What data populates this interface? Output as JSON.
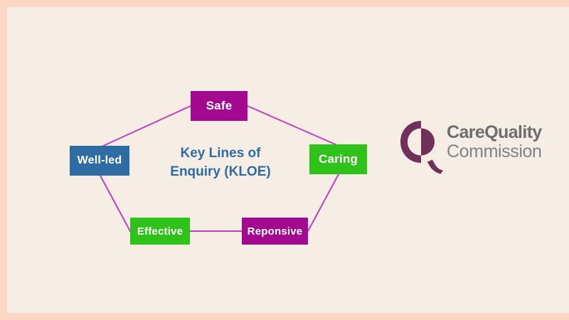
{
  "slide": {
    "background_color": "#f6ede4",
    "frame_color": "#fcd7c4"
  },
  "center_title": {
    "line1": "Key Lines of",
    "line2": "Enquiry (KLOE)",
    "color": "#2e6da4"
  },
  "nodes": [
    {
      "id": "safe",
      "label": "Safe",
      "color": "#a2098f",
      "text_color": "#ffffff"
    },
    {
      "id": "caring",
      "label": "Caring",
      "color": "#2fc21a",
      "text_color": "#ffffff"
    },
    {
      "id": "reponsive",
      "label": "Reponsive",
      "color": "#a2098f",
      "text_color": "#ffffff"
    },
    {
      "id": "effective",
      "label": "Effective",
      "color": "#2fc21a",
      "text_color": "#ffffff"
    },
    {
      "id": "wellled",
      "label": "Well-led",
      "color": "#2e6da4",
      "text_color": "#ffffff"
    }
  ],
  "connectors": {
    "color": "#c13fc1",
    "width": 2,
    "edges": [
      "well-led-to-safe",
      "safe-to-caring",
      "caring-to-reponsive",
      "reponsive-to-effective",
      "effective-to-well-led"
    ]
  },
  "logo": {
    "name": "care-quality-commission",
    "line1": "CareQuality",
    "line2": "Commission",
    "mark_color": "#70305a",
    "text_color_bold": "#6d6e71",
    "text_color_regular": "#808285"
  }
}
